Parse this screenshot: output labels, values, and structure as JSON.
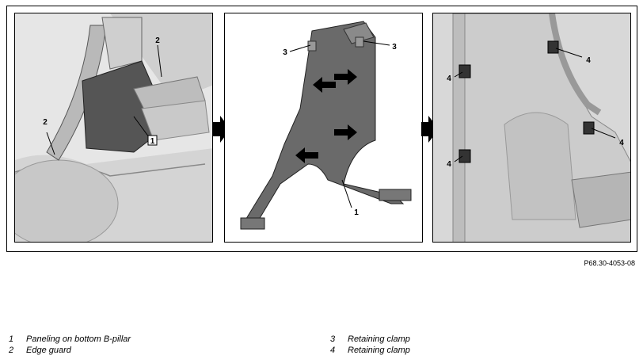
{
  "figure": {
    "reference": "P68.30-4053-08",
    "panels": [
      {
        "callouts": [
          "1",
          "2",
          "2"
        ]
      },
      {
        "callouts": [
          "1",
          "3",
          "3"
        ]
      },
      {
        "callouts": [
          "4",
          "4",
          "4",
          "4"
        ]
      }
    ]
  },
  "legend": [
    {
      "num": "1",
      "text": "Paneling on bottom B-pillar"
    },
    {
      "num": "2",
      "text": "Edge guard"
    },
    {
      "num": "3",
      "text": "Retaining clamp"
    },
    {
      "num": "4",
      "text": "Retaining clamp"
    }
  ],
  "colors": {
    "outline": "#000000",
    "part_dark": "#5a5a5a",
    "part_light": "#d9d9d9",
    "background": "#ffffff"
  }
}
